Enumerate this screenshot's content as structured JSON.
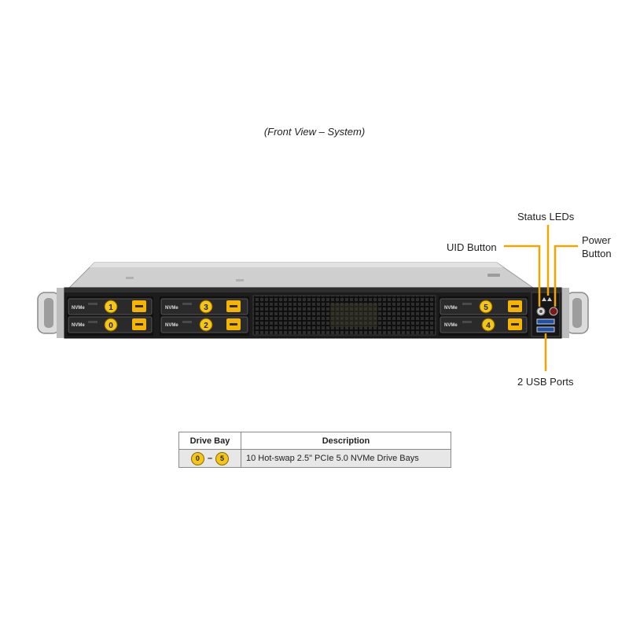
{
  "caption": "(Front View – System)",
  "callouts": {
    "status_leds": "Status LEDs",
    "uid_button": "UID Button",
    "power_button_line1": "Power",
    "power_button_line2": "Button",
    "usb_ports": "2 USB Ports"
  },
  "drives": [
    {
      "num": "1",
      "tag": "NVMe"
    },
    {
      "num": "0",
      "tag": "NVMe"
    },
    {
      "num": "3",
      "tag": "NVMe"
    },
    {
      "num": "2",
      "tag": "NVMe"
    },
    {
      "num": "5",
      "tag": "NVMe"
    },
    {
      "num": "4",
      "tag": "NVMe"
    }
  ],
  "legend": {
    "headers": [
      "Drive Bay",
      "Description"
    ],
    "bay_start": "0",
    "bay_dash": "–",
    "bay_end": "5",
    "description": "10 Hot-swap 2.5\" PCIe 5.0 NVMe Drive Bays"
  },
  "colors": {
    "callout_line": "#f0a500",
    "drive_badge": "#f5c518",
    "latch": "#f5b400",
    "chassis_face": "#1c1c1c",
    "chassis_top": "#c9c9c9"
  }
}
